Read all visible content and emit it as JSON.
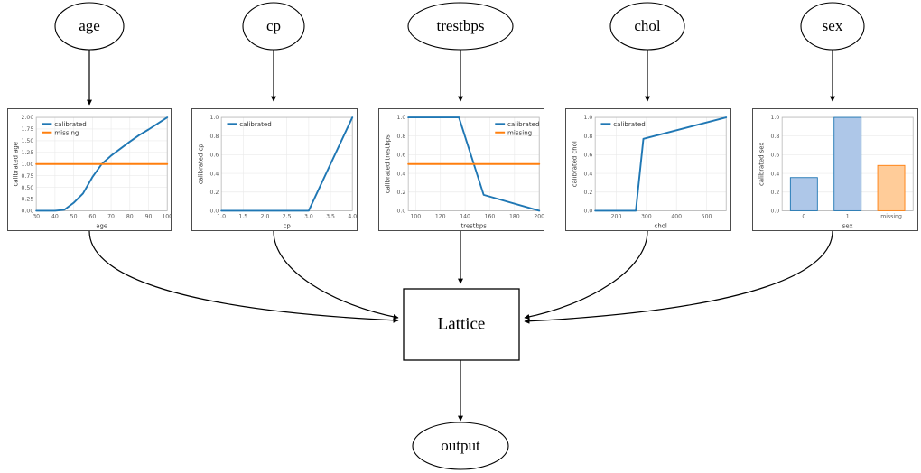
{
  "graph": {
    "input_nodes": [
      {
        "id": "age",
        "label": "age"
      },
      {
        "id": "cp",
        "label": "cp"
      },
      {
        "id": "trestbps",
        "label": "trestbps"
      },
      {
        "id": "chol",
        "label": "chol"
      },
      {
        "id": "sex",
        "label": "sex"
      }
    ],
    "model_node": {
      "id": "lattice",
      "label": "Lattice"
    },
    "output_node": {
      "id": "output",
      "label": "output"
    }
  },
  "colors": {
    "calibrated": "#1f77b4",
    "missing": "#ff7f0e",
    "bar_blue_fill": "#aec7e8",
    "bar_blue_edge": "#1f77b4",
    "bar_orange_fill": "#ffcc99",
    "bar_orange_edge": "#ff7f0e",
    "box_border": "#4c4c4c",
    "edge": "#000000"
  },
  "charts": [
    {
      "chart_data": {
        "type": "line",
        "feature": "age",
        "xlabel": "age",
        "ylabel": "calibrated age",
        "xlim": [
          30,
          100
        ],
        "ylim": [
          0.0,
          2.0
        ],
        "xticks": [
          30,
          40,
          50,
          60,
          70,
          80,
          90,
          100
        ],
        "yticks": [
          0.0,
          0.25,
          0.5,
          0.75,
          1.0,
          1.25,
          1.5,
          1.75,
          2.0
        ],
        "ytick_labels": [
          "0.00",
          "0.25",
          "0.50",
          "0.75",
          "1.00",
          "1.25",
          "1.50",
          "1.75",
          "2.00"
        ],
        "legend": [
          "calibrated",
          "missing"
        ],
        "legend_position": "upper left",
        "grid": true,
        "series": [
          {
            "name": "calibrated",
            "color": "#1f77b4",
            "x": [
              30,
              35,
              40,
              45,
              50,
              55,
              60,
              65,
              70,
              75,
              80,
              85,
              90,
              95,
              100
            ],
            "y": [
              0.0,
              0.0,
              0.0,
              0.02,
              0.17,
              0.37,
              0.72,
              1.0,
              1.18,
              1.33,
              1.48,
              1.62,
              1.74,
              1.87,
              2.0
            ]
          },
          {
            "name": "missing",
            "color": "#ff7f0e",
            "x": [
              30,
              100
            ],
            "y": [
              1.0,
              1.0
            ]
          }
        ]
      }
    },
    {
      "chart_data": {
        "type": "line",
        "feature": "cp",
        "xlabel": "cp",
        "ylabel": "calibrated cp",
        "xlim": [
          1.0,
          4.0
        ],
        "ylim": [
          0.0,
          1.0
        ],
        "xticks": [
          1.0,
          1.5,
          2.0,
          2.5,
          3.0,
          3.5,
          4.0
        ],
        "xtick_labels": [
          "1.0",
          "1.5",
          "2.0",
          "2.5",
          "3.0",
          "3.5",
          "4.0"
        ],
        "yticks": [
          0.0,
          0.2,
          0.4,
          0.6,
          0.8,
          1.0
        ],
        "ytick_labels": [
          "0.0",
          "0.2",
          "0.4",
          "0.6",
          "0.8",
          "1.0"
        ],
        "legend": [
          "calibrated"
        ],
        "legend_position": "upper left",
        "grid": true,
        "series": [
          {
            "name": "calibrated",
            "color": "#1f77b4",
            "x": [
              1.0,
              2.0,
              3.0,
              4.0
            ],
            "y": [
              0.0,
              0.0,
              0.0,
              1.0
            ]
          }
        ]
      }
    },
    {
      "chart_data": {
        "type": "line",
        "feature": "trestbps",
        "xlabel": "trestbps",
        "ylabel": "calibrated trestbps",
        "xlim": [
          94,
          200
        ],
        "ylim": [
          0.0,
          1.0
        ],
        "xticks": [
          100,
          120,
          140,
          160,
          180,
          200
        ],
        "yticks": [
          0.0,
          0.2,
          0.4,
          0.6,
          0.8,
          1.0
        ],
        "ytick_labels": [
          "0.0",
          "0.2",
          "0.4",
          "0.6",
          "0.8",
          "1.0"
        ],
        "legend": [
          "calibrated",
          "missing"
        ],
        "legend_position": "upper right",
        "grid": true,
        "series": [
          {
            "name": "calibrated",
            "color": "#1f77b4",
            "x": [
              94,
              135,
              155,
              200
            ],
            "y": [
              1.0,
              1.0,
              0.17,
              0.0
            ]
          },
          {
            "name": "missing",
            "color": "#ff7f0e",
            "x": [
              94,
              200
            ],
            "y": [
              0.5,
              0.5
            ]
          }
        ]
      }
    },
    {
      "chart_data": {
        "type": "line",
        "feature": "chol",
        "xlabel": "chol",
        "ylabel": "calibrated chol",
        "xlim": [
          130,
          565
        ],
        "ylim": [
          0.0,
          1.0
        ],
        "xticks": [
          200,
          300,
          400,
          500
        ],
        "yticks": [
          0.0,
          0.2,
          0.4,
          0.6,
          0.8,
          1.0
        ],
        "ytick_labels": [
          "0.0",
          "0.2",
          "0.4",
          "0.6",
          "0.8",
          "1.0"
        ],
        "legend": [
          "calibrated"
        ],
        "legend_position": "upper left",
        "grid": true,
        "series": [
          {
            "name": "calibrated",
            "color": "#1f77b4",
            "x": [
              130,
              265,
              290,
              565
            ],
            "y": [
              0.0,
              0.0,
              0.77,
              1.0
            ]
          }
        ]
      }
    },
    {
      "chart_data": {
        "type": "bar",
        "feature": "sex",
        "xlabel": "sex",
        "ylabel": "calibrated sex",
        "categories": [
          "0",
          "1",
          "missing"
        ],
        "values": [
          0.355,
          1.0,
          0.485
        ],
        "bar_colors": [
          "#aec7e8",
          "#aec7e8",
          "#ffcc99"
        ],
        "bar_edge_colors": [
          "#1f77b4",
          "#1f77b4",
          "#ff7f0e"
        ],
        "ylim": [
          0.0,
          1.0
        ],
        "yticks": [
          0.0,
          0.2,
          0.4,
          0.6,
          0.8,
          1.0
        ],
        "ytick_labels": [
          "0.0",
          "0.2",
          "0.4",
          "0.6",
          "0.8",
          "1.0"
        ],
        "legend": [],
        "grid": true
      }
    }
  ]
}
